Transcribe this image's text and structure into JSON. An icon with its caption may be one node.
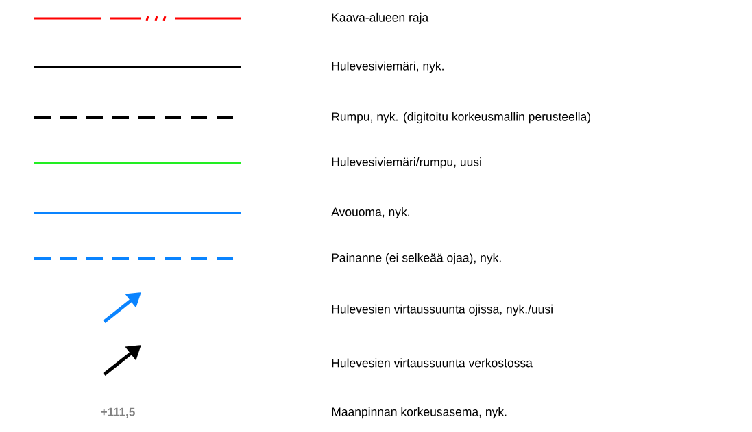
{
  "diagram": {
    "labels": [
      "+111,5"
    ],
    "legend": [
      {
        "text": "Kaava-alueen raja"
      },
      {
        "text": "Hulevesiviemäri, nyk."
      },
      {
        "text": "Rumpu, nyk. (digitoitu korkeusmallin perusteella)"
      },
      {
        "text": "Hulevesiviemäri/rumpu, uusi"
      },
      {
        "text": "Avouoma, nyk."
      },
      {
        "text": "Painanne (ei selkeää ojaa), nyk."
      },
      {
        "text": "Hulevesien virtaussuunta ojissa, nyk./uusi"
      },
      {
        "text": "Hulevesien virtaussuunta verkostossa"
      },
      {
        "text": "Maanpinnan korkeusasema, nyk."
      }
    ]
  }
}
